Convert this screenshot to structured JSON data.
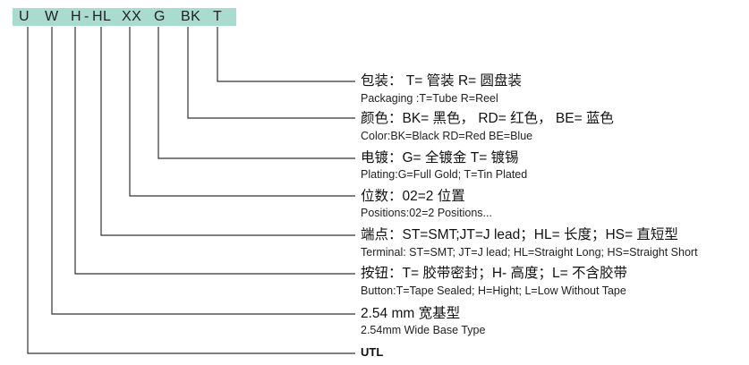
{
  "code": {
    "segments": [
      "U",
      "W",
      "H",
      "-",
      "HL",
      "XX",
      "G",
      "BK",
      "T"
    ],
    "bar_color": "#a9dccf"
  },
  "descriptions": [
    {
      "zh": "包装： T= 管装 R= 圆盘装",
      "en": "Packaging :T=Tube   R=Reel"
    },
    {
      "zh": "颜色：BK= 黑色， RD= 红色， BE= 蓝色",
      "en": "Color:BK=Black   RD=Red   BE=Blue"
    },
    {
      "zh": "电镀：G= 全镀金 T= 镀锡",
      "en": "Plating:G=Full Gold; T=Tin Plated"
    },
    {
      "zh": "位数：02=2 位置",
      "en": "Positions:02=2 Positions..."
    },
    {
      "zh": "端点：ST=SMT;JT=J lead；HL= 长度；HS= 直短型",
      "en": "Terminal: ST=SMT;  JT=J lead;  HL=Straight Long;   HS=Straight Short"
    },
    {
      "zh": "按钮：T= 胶带密封；H- 高度；L= 不含胶带",
      "en": "Button:T=Tape Sealed;  H=Hight;  L=Low Without Tape"
    },
    {
      "zh": "2.54 mm 宽基型",
      "en": "2.54mm Wide Base Type"
    }
  ],
  "series_label": "UTL"
}
